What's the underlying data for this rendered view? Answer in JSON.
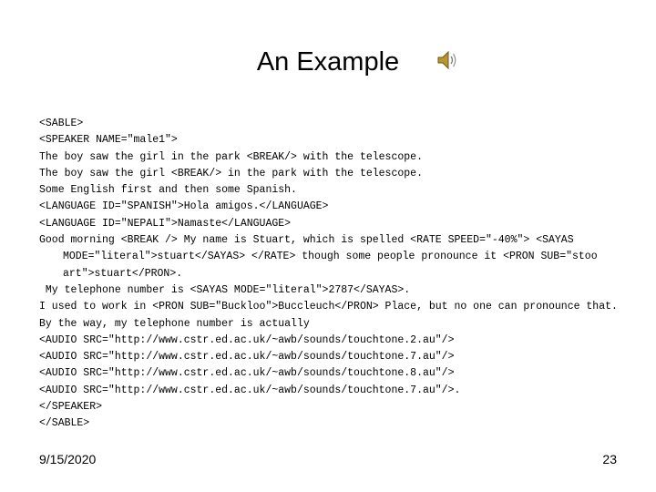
{
  "slide": {
    "title": "An Example",
    "icon": "speaker-icon",
    "lines": [
      "<SABLE>",
      "<SPEAKER NAME=\"male1\">",
      "The boy saw the girl in the park <BREAK/> with the telescope.",
      "The boy saw the girl <BREAK/> in the park with the telescope.",
      "Some English first and then some Spanish.",
      "<LANGUAGE ID=\"SPANISH\">Hola amigos.</LANGUAGE>",
      "<LANGUAGE ID=\"NEPALI\">Namaste</LANGUAGE>",
      "Good morning <BREAK /> My name is Stuart, which is spelled <RATE SPEED=\"-40%\"> <SAYAS MODE=\"literal\">stuart</SAYAS> </RATE> though some people pronounce it <PRON SUB=\"stoo art\">stuart</PRON>.",
      " My telephone number is <SAYAS MODE=\"literal\">2787</SAYAS>.",
      "I used to work in <PRON SUB=\"Buckloo\">Buccleuch</PRON> Place, but no one can pronounce that.",
      "By the way, my telephone number is actually",
      "<AUDIO SRC=\"http://www.cstr.ed.ac.uk/~awb/sounds/touchtone.2.au\"/>",
      "<AUDIO SRC=\"http://www.cstr.ed.ac.uk/~awb/sounds/touchtone.7.au\"/>",
      "<AUDIO SRC=\"http://www.cstr.ed.ac.uk/~awb/sounds/touchtone.8.au\"/>",
      "<AUDIO SRC=\"http://www.cstr.ed.ac.uk/~awb/sounds/touchtone.7.au\"/>.",
      "</SPEAKER>",
      "</SABLE>"
    ],
    "date": "9/15/2020",
    "page_number": "23"
  }
}
